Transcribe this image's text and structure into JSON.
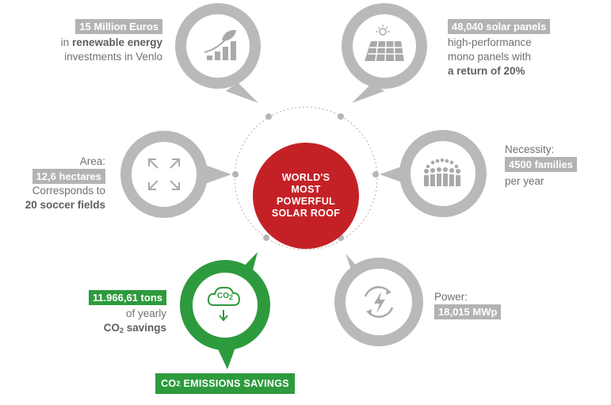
{
  "center": {
    "lines": [
      "WORLD'S",
      "MOST",
      "POWERFUL",
      "SOLAR ROOF"
    ]
  },
  "items": {
    "investment": {
      "badge": "15 Million Euros",
      "line1_pre": "in ",
      "line1_bold": "renewable energy",
      "line2": "investments in Venlo",
      "icon": "growth-chart-icon"
    },
    "panels": {
      "badge": "48,040 solar panels",
      "line1": "high-performance",
      "line2": "mono panels with",
      "line3_bold": "a return of 20%",
      "icon": "solar-panel-icon"
    },
    "area": {
      "label": "Area:",
      "badge": "12,6 hectares",
      "line1": "Corresponds to",
      "line2_bold": "20 soccer fields",
      "icon": "expand-arrows-icon"
    },
    "necessity": {
      "label": "Necessity:",
      "badge": "4500 families",
      "line1": "per year",
      "icon": "people-crowd-icon"
    },
    "co2": {
      "badge": "11.966,61 tons",
      "line1": "of yearly",
      "line2_bold_a": "CO",
      "line2_sub": "2",
      "line2_bold_b": " savings",
      "icon": "co2-cloud-icon",
      "icon_text": "CO",
      "icon_sub": "2"
    },
    "power": {
      "label": "Power:",
      "badge": "18,015 MWp",
      "icon": "renewable-energy-icon"
    }
  },
  "footer": {
    "label_a": "CO",
    "label_sub": "2",
    "label_b": " EMISSIONS SAVINGS"
  },
  "colors": {
    "grey": "#b9b9b9",
    "red": "#c42127",
    "green": "#2e9a3e",
    "text": "#707070"
  }
}
